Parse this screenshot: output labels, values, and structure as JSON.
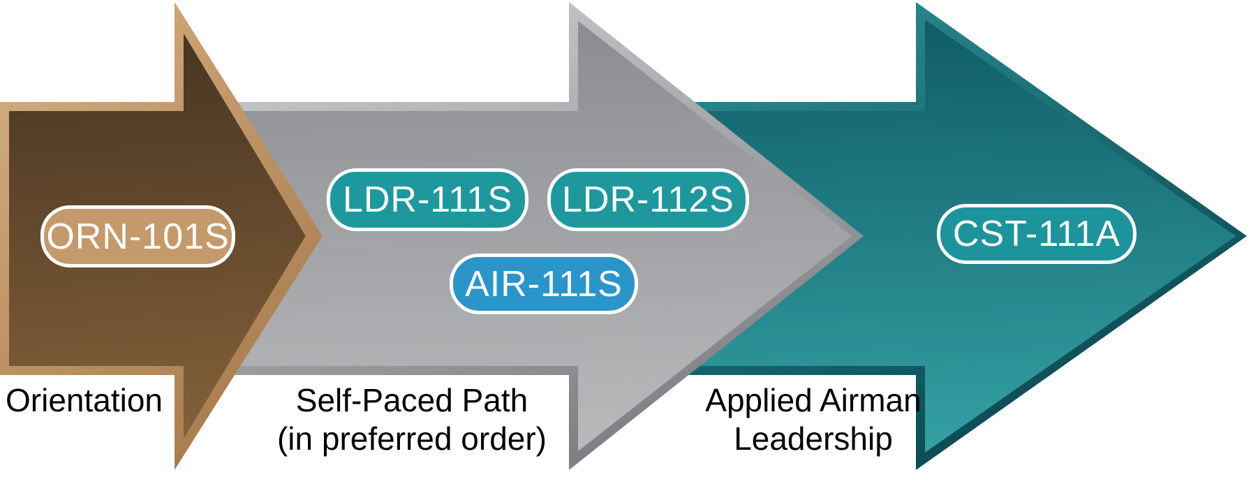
{
  "diagram": {
    "background": "#ffffff",
    "pill_border_color": "#ffffff",
    "pill_text_color": "#ffffff",
    "label_text_color": "#000000",
    "stages": [
      {
        "name": "orientation",
        "label_lines": [
          "Orientation"
        ],
        "arrow_colors": {
          "body_top": "#463420",
          "body_bottom": "#83603a",
          "bevel_light": "#d8b184",
          "bevel_dark": "#a87c4e"
        },
        "courses": [
          {
            "code": "ORN-101S",
            "fill": "#c49a6c"
          }
        ]
      },
      {
        "name": "self-paced-path",
        "label_lines": [
          "Self-Paced Path",
          "(in preferred order)"
        ],
        "arrow_colors": {
          "body_top": "#898b8e",
          "body_bottom": "#b7b9bb",
          "bevel_light": "#d9dadc",
          "bevel_dark": "#7e8083"
        },
        "courses": [
          {
            "code": "LDR-111S",
            "fill": "#1e989d"
          },
          {
            "code": "LDR-112S",
            "fill": "#1e989d"
          },
          {
            "code": "AIR-111S",
            "fill": "#2b95c9"
          }
        ]
      },
      {
        "name": "applied-airman-leadership",
        "label_lines": [
          "Applied Airman",
          "Leadership"
        ],
        "arrow_colors": {
          "body_top": "#0f5a66",
          "body_bottom": "#33a0a3",
          "bevel_light": "#2f9399",
          "bevel_dark": "#0b4751"
        },
        "courses": [
          {
            "code": "CST-111A",
            "fill": "#1d949b"
          }
        ]
      }
    ]
  }
}
